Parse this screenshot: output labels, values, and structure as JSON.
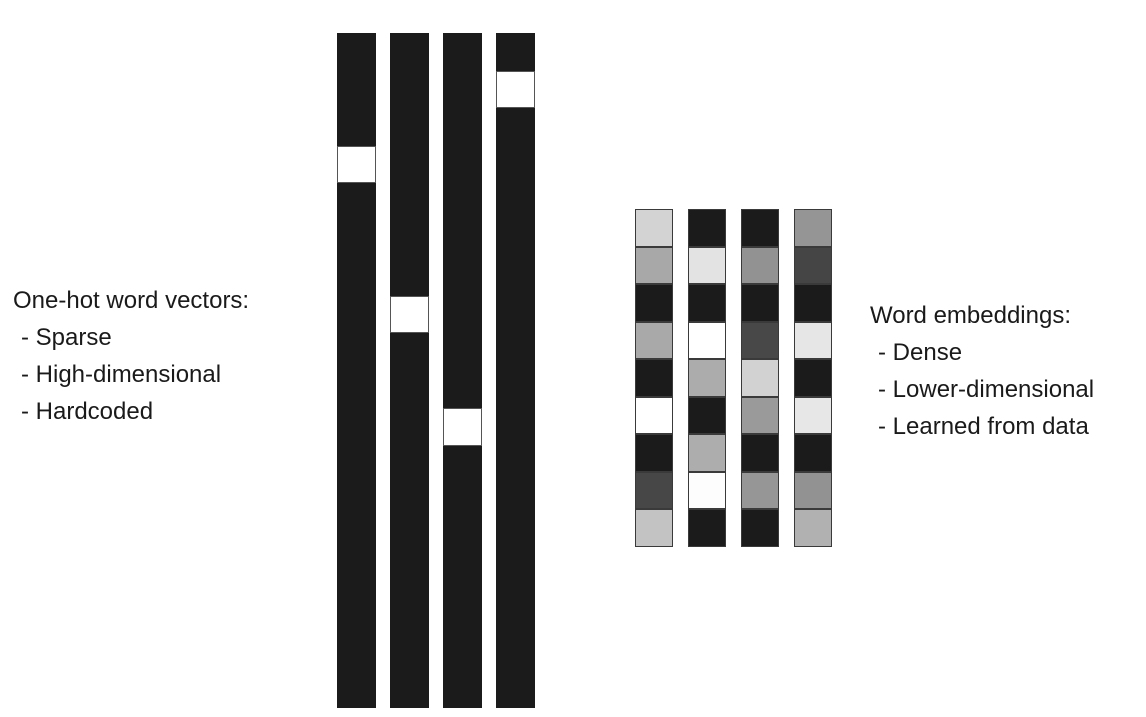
{
  "one_hot": {
    "title": "One-hot word vectors:",
    "properties": [
      "- Sparse",
      "- High-dimensional",
      "- Hardcoded"
    ],
    "vectors": [
      {
        "dimensions": 18,
        "hot_index": 3
      },
      {
        "dimensions": 18,
        "hot_index": 7
      },
      {
        "dimensions": 18,
        "hot_index": 10
      },
      {
        "dimensions": 18,
        "hot_index": 1
      }
    ]
  },
  "embeddings": {
    "title": "Word embeddings:",
    "properties": [
      "- Dense",
      "- Lower-dimensional",
      "- Learned from data"
    ],
    "vectors": [
      [
        "#d3d3d3",
        "#a8a8a8",
        "#1b1b1b",
        "#a9a9a9",
        "#1b1b1b",
        "#ffffff",
        "#1b1b1b",
        "#474747",
        "#c3c3c3"
      ],
      [
        "#1b1b1b",
        "#e3e3e3",
        "#1b1b1b",
        "#ffffff",
        "#acacac",
        "#1b1b1b",
        "#adadad",
        "#fdfdfd",
        "#1b1b1b"
      ],
      [
        "#1b1b1b",
        "#929292",
        "#1b1b1b",
        "#484848",
        "#d2d2d2",
        "#9a9a9a",
        "#1b1b1b",
        "#969696",
        "#1b1b1b"
      ],
      [
        "#959595",
        "#454545",
        "#1b1b1b",
        "#e6e6e6",
        "#1b1b1b",
        "#e7e7e7",
        "#1b1b1b",
        "#929292",
        "#b1b1b1"
      ]
    ]
  }
}
